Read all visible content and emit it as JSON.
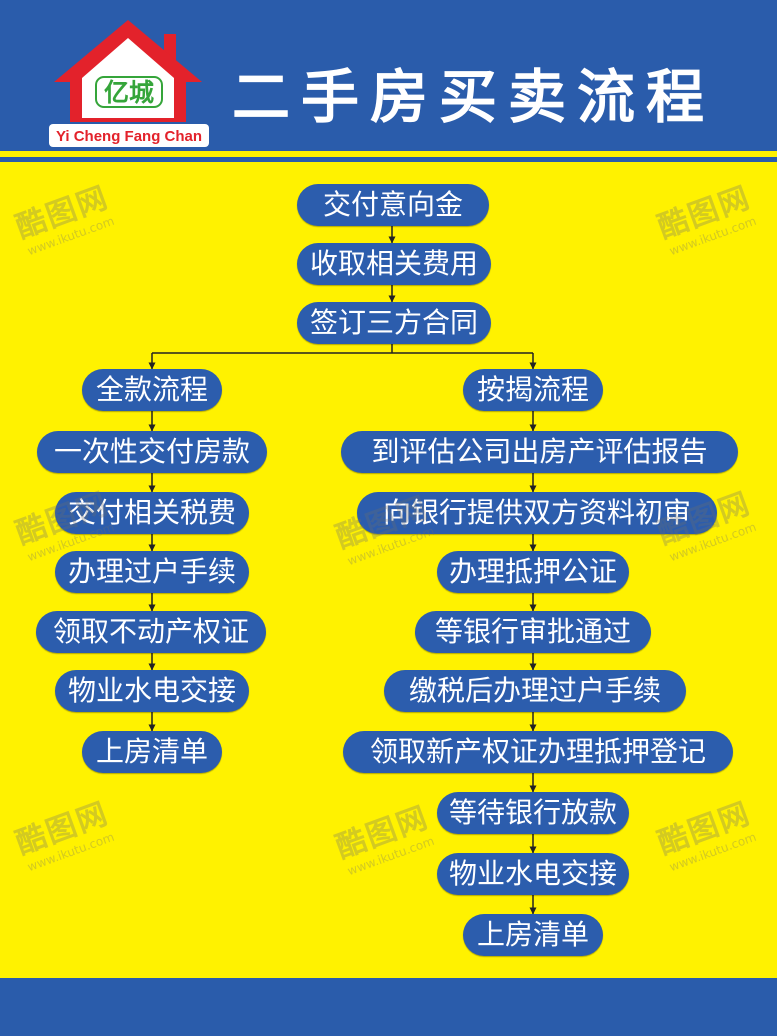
{
  "header": {
    "title": "二手房买卖流程"
  },
  "logo": {
    "brand_cn": "亿城",
    "brand_en": "Yi Cheng Fang Chan"
  },
  "flow": {
    "common_steps": [
      "交付意向金",
      "收取相关费用",
      "签订三方合同"
    ],
    "full_payment": {
      "title": "全款流程",
      "steps": [
        "一次性交付房款",
        "交付相关税费",
        "办理过户手续",
        "领取不动产权证",
        "物业水电交接",
        "上房清单"
      ]
    },
    "mortgage": {
      "title": "按揭流程",
      "steps": [
        "到评估公司出房产评估报告",
        "向银行提供双方资料初审",
        "办理抵押公证",
        "等银行审批通过",
        "缴税后办理过户手续",
        "领取新产权证办理抵押登记",
        "等待银行放款",
        "物业水电交接",
        "上房清单"
      ]
    }
  },
  "watermark": {
    "text": "酷图网",
    "url": "www.ikutu.com"
  },
  "colors": {
    "header_blue": "#2a5cab",
    "background_yellow": "#fff200",
    "box_blue": "#2c5dad",
    "logo_red": "#e3222b",
    "logo_green": "#35a53a",
    "connector": "#222222"
  }
}
